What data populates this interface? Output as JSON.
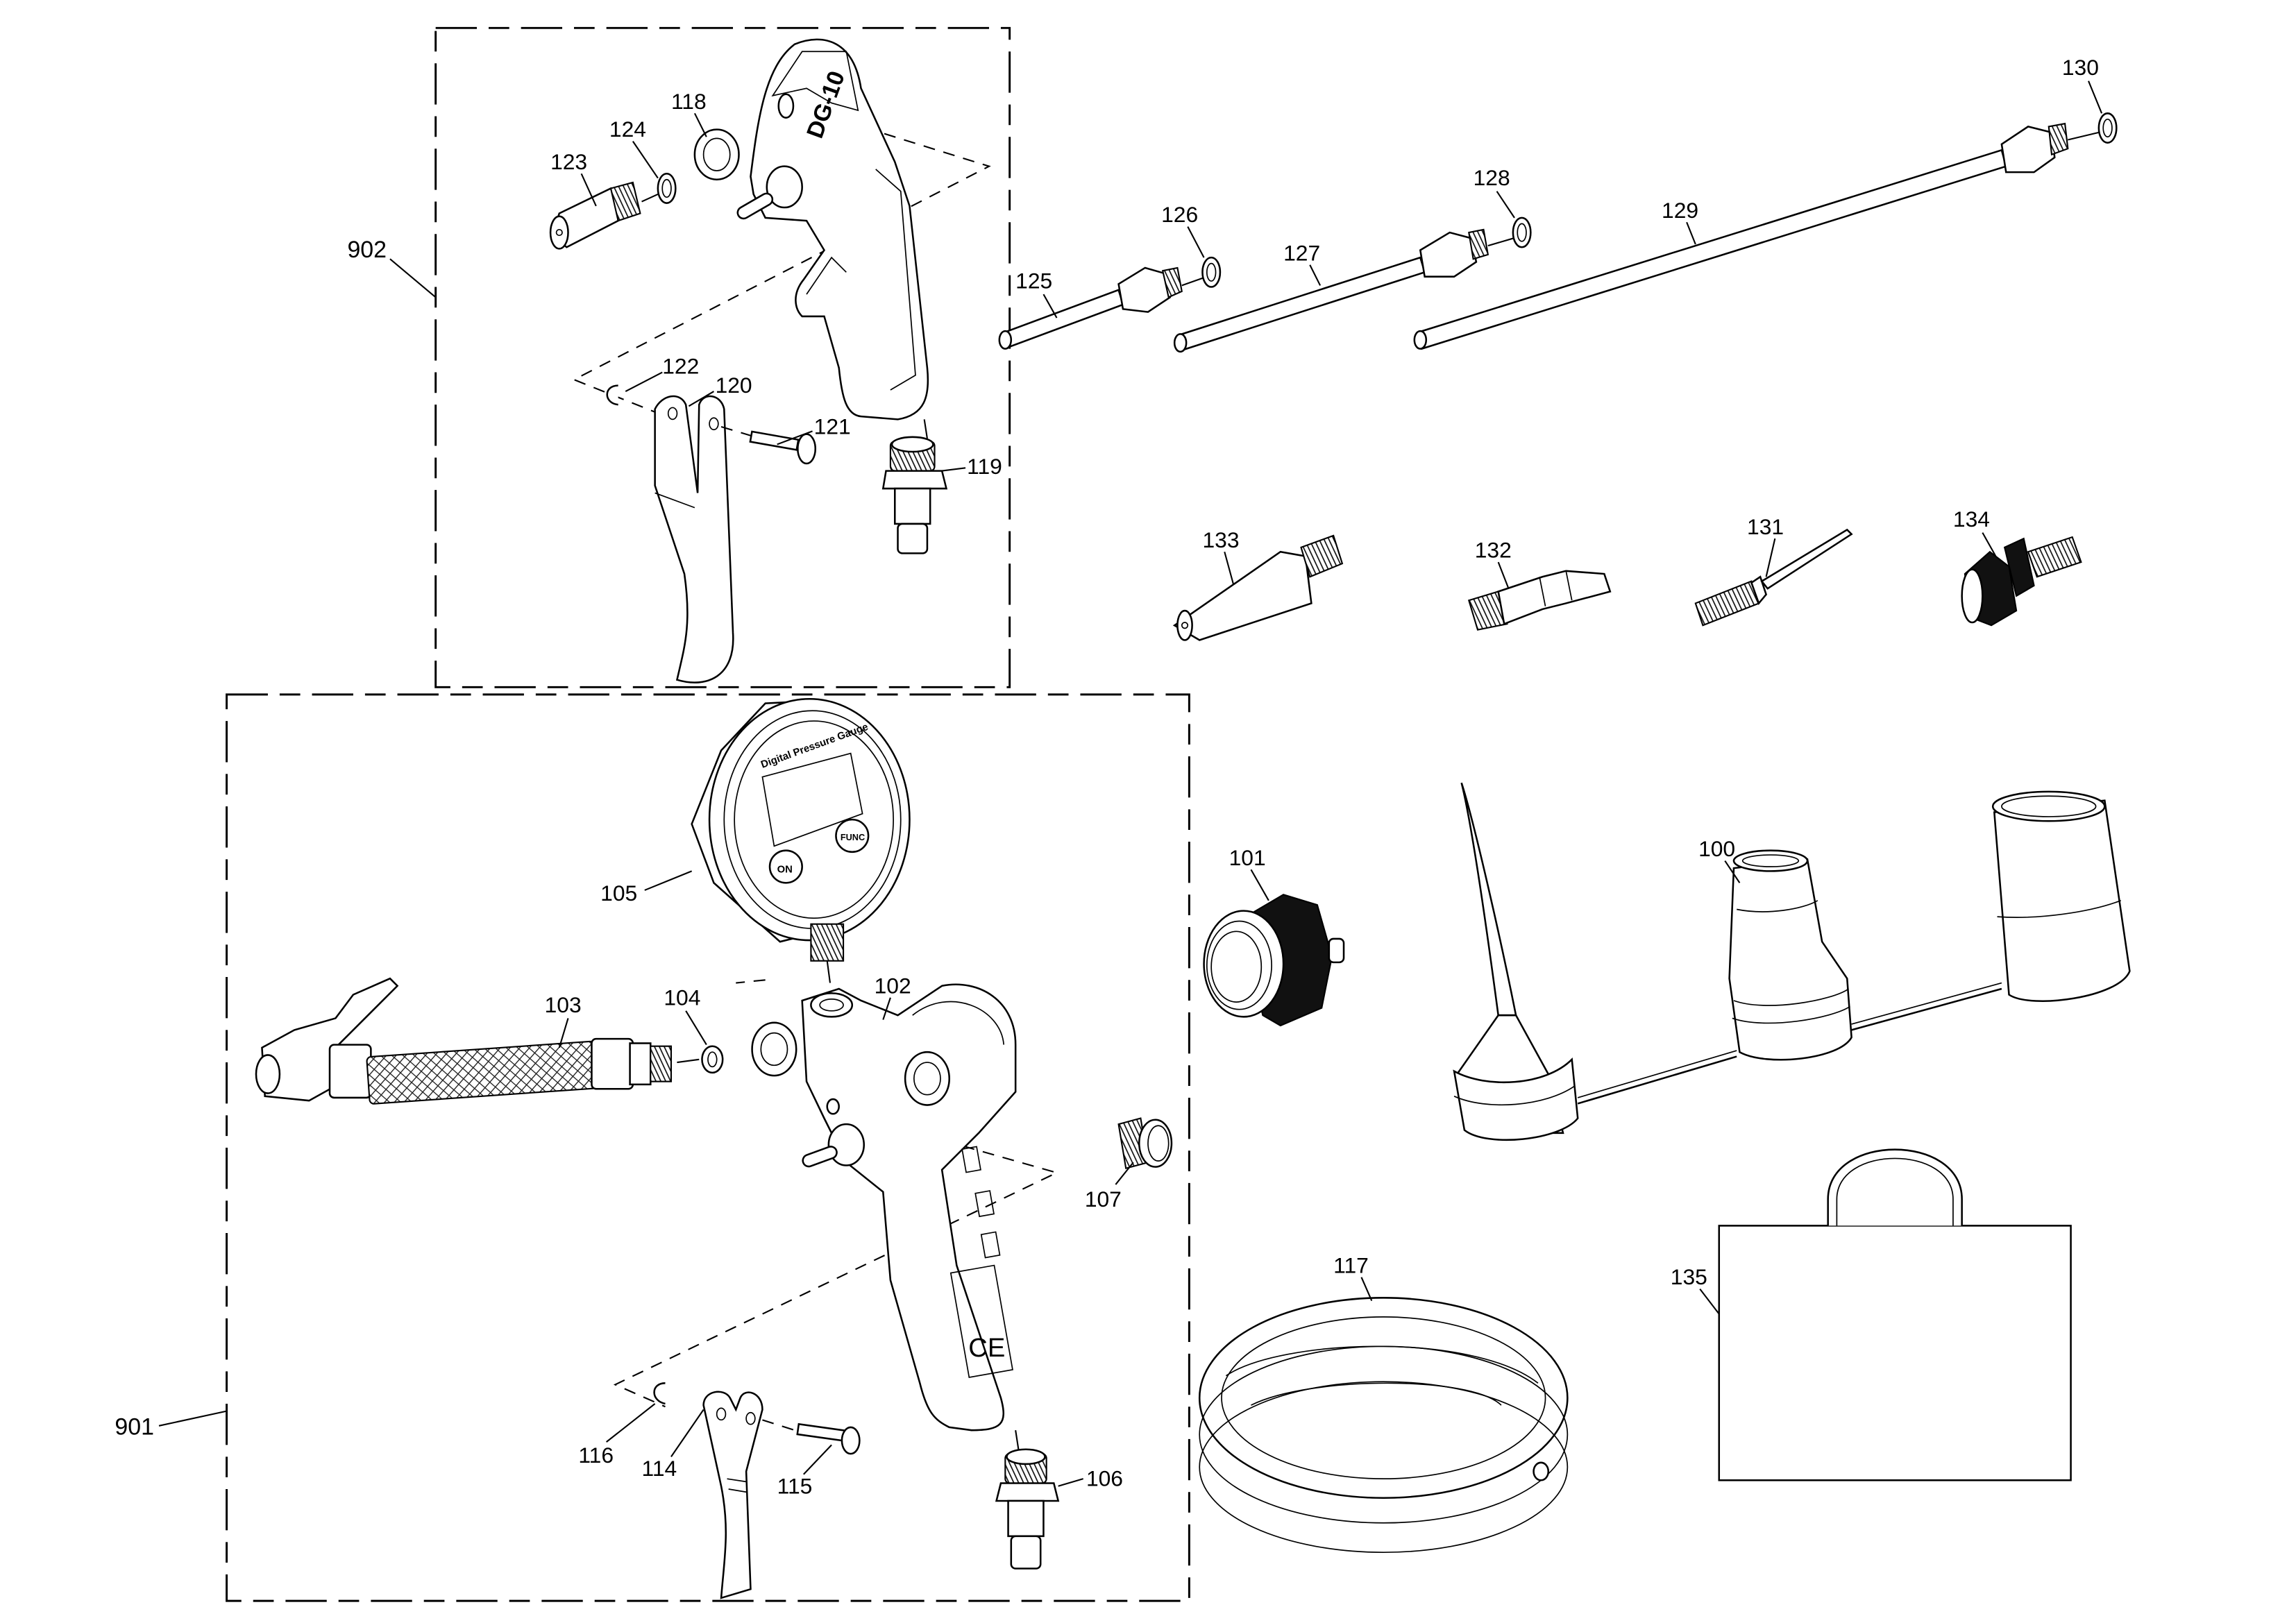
{
  "diagram": {
    "type": "exploded-parts-diagram",
    "subject": "air blow gun / digital tire inflator accessory kit",
    "assemblies": [
      {
        "id": "902",
        "label": "902",
        "description": "blow gun assembly (DG-10)"
      },
      {
        "id": "901",
        "label": "901",
        "description": "digital tire inflator gun assembly"
      }
    ],
    "body_markings": {
      "blow_gun_brand": "DG-10",
      "gauge_ring_text": "Digital Pressure Gauge",
      "gauge_button_on": "ON",
      "gauge_button_func": "FUNC",
      "ce_mark": "CE"
    },
    "part_labels": {
      "p100": "100",
      "p101": "101",
      "p102": "102",
      "p103": "103",
      "p104": "104",
      "p105": "105",
      "p106": "106",
      "p107": "107",
      "p114": "114",
      "p115": "115",
      "p116": "116",
      "p117": "117",
      "p118": "118",
      "p119": "119",
      "p120": "120",
      "p121": "121",
      "p122": "122",
      "p123": "123",
      "p124": "124",
      "p125": "125",
      "p126": "126",
      "p127": "127",
      "p128": "128",
      "p129": "129",
      "p130": "130",
      "p131": "131",
      "p132": "132",
      "p133": "133",
      "p134": "134",
      "p135": "135"
    }
  }
}
